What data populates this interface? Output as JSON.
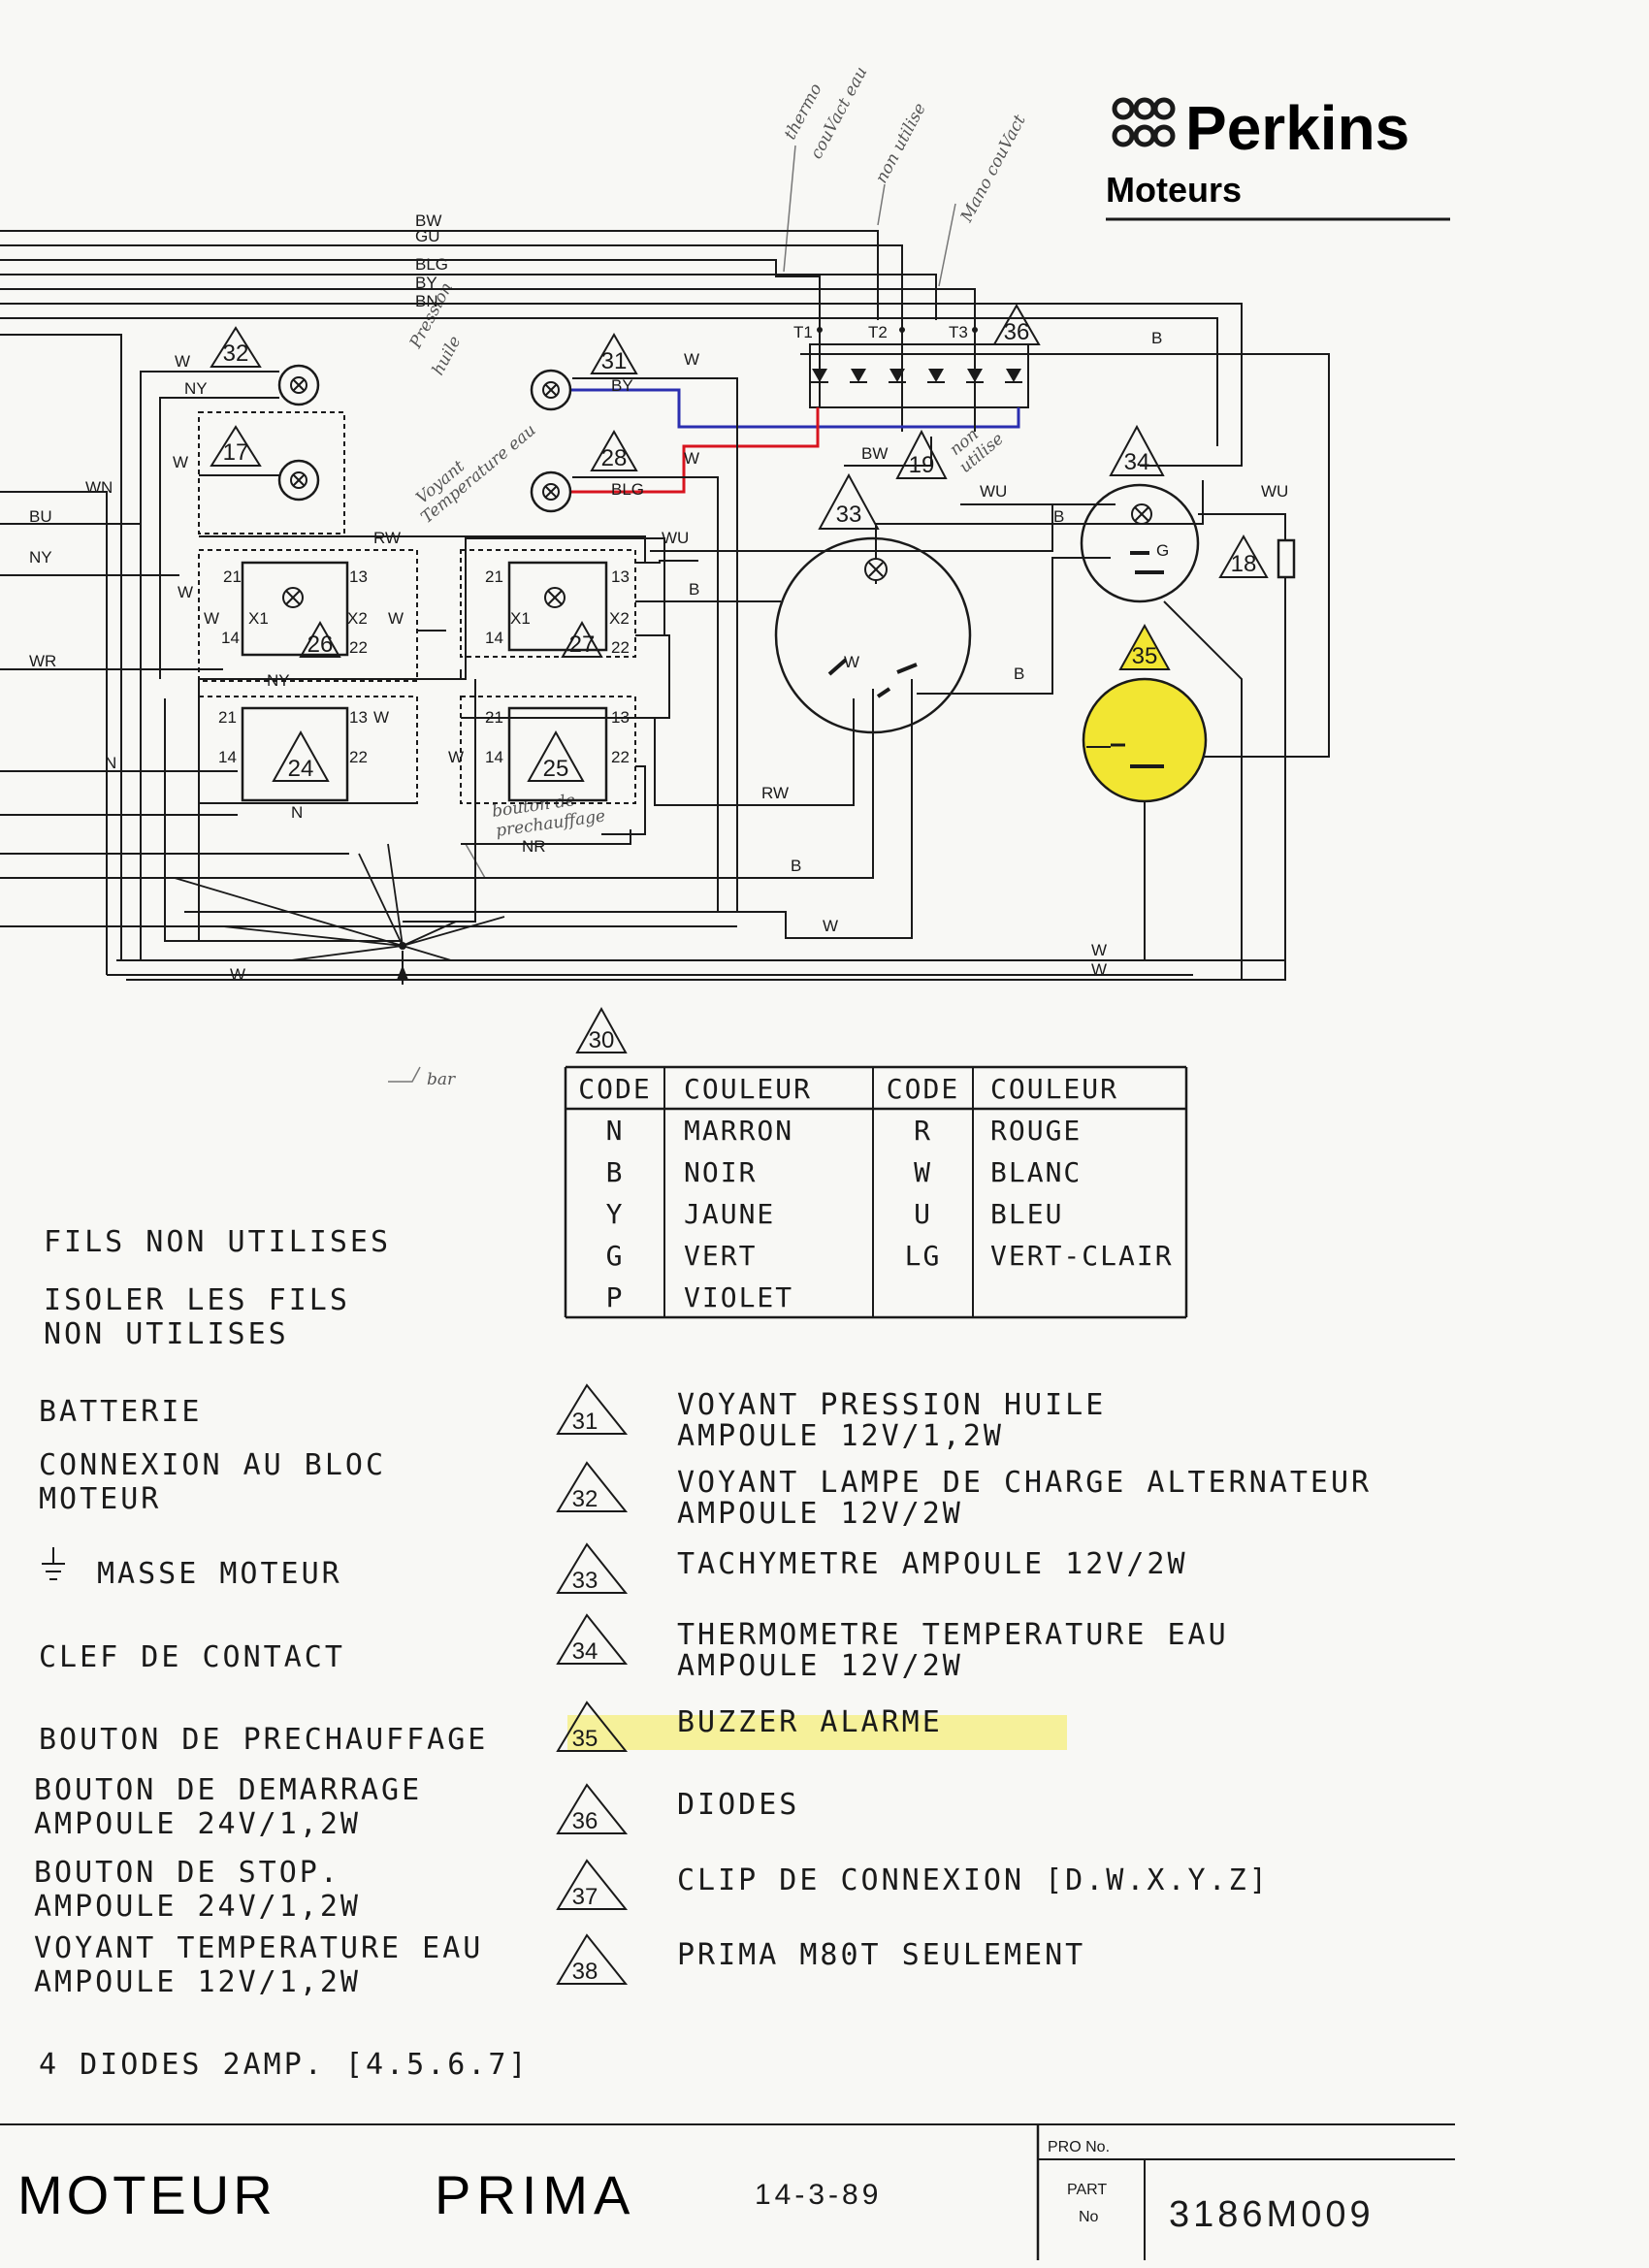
{
  "header": {
    "brand": "Perkins",
    "brand_sub": "Moteurs"
  },
  "handwritten_notes": {
    "thermo": "thermo",
    "thermo2": "couVact eau",
    "non_utilise_top": "non utilise",
    "mano": "Mano couVact",
    "pression": "Pression",
    "pression2": "huile",
    "voyant": "Voyant",
    "voyant2": "Temperature eau",
    "non_utilise_19": "non",
    "non_utilise_19b": "utilise",
    "bouton": "bouton de",
    "bouton2": "prechauffage",
    "bar": "bar"
  },
  "wire_labels": {
    "bw": "BW",
    "gu": "GU",
    "blg": "BLG",
    "by": "BY",
    "bn": "BN",
    "w": "W",
    "ny": "NY",
    "wn": "WN",
    "bu": "BU",
    "wr": "WR",
    "n": "N",
    "rw": "RW",
    "wu": "WU",
    "b": "B",
    "nr": "NR",
    "blg2": "BLG",
    "by2": "BY",
    "t1": "T1",
    "t2": "T2",
    "t3": "T3",
    "x1": "X1",
    "x2": "X2",
    "t21": "21",
    "t13": "13",
    "t14": "14",
    "t22": "22",
    "g": "G"
  },
  "components": {
    "c17": "17",
    "c18": "18",
    "c19": "19",
    "c24": "24",
    "c25": "25",
    "c26": "26",
    "c27": "27",
    "c28": "28",
    "c30": "30",
    "c31": "31",
    "c32": "32",
    "c33": "33",
    "c34": "34",
    "c35": "35",
    "c36": "36"
  },
  "color_table": {
    "headers": [
      "CODE",
      "COULEUR",
      "CODE",
      "COULEUR"
    ],
    "rows": [
      [
        "N",
        "MARRON",
        "R",
        "ROUGE"
      ],
      [
        "B",
        "NOIR",
        "W",
        "BLANC"
      ],
      [
        "Y",
        "JAUNE",
        "U",
        "BLEU"
      ],
      [
        "G",
        "VERT",
        "LG",
        "VERT-CLAIR"
      ],
      [
        "P",
        "VIOLET",
        "",
        ""
      ]
    ]
  },
  "legend_left": {
    "fils_non_utilises": "FILS NON UTILISES",
    "isoler_1": "ISOLER LES FILS",
    "isoler_2": "NON UTILISES",
    "batterie": "BATTERIE",
    "connexion_1": "CONNEXION AU BLOC",
    "connexion_2": "MOTEUR",
    "masse": "MASSE MOTEUR",
    "clef": "CLEF DE CONTACT",
    "prechauffage": "BOUTON DE PRECHAUFFAGE",
    "demarrage_1": "BOUTON DE DEMARRAGE",
    "demarrage_2": "AMPOULE 24V/1,2W",
    "stop_1": "BOUTON DE STOP.",
    "stop_2": "AMPOULE 24V/1,2W",
    "voyant_temp_1": "VOYANT TEMPERATURE EAU",
    "voyant_temp_2": "AMPOULE 12V/1,2W",
    "diodes4": "4 DIODES 2AMP. [4.5.6.7]"
  },
  "legend_right": [
    {
      "num": "31",
      "line1": "VOYANT PRESSION HUILE",
      "line2": "AMPOULE 12V/1,2W"
    },
    {
      "num": "32",
      "line1": "VOYANT LAMPE DE CHARGE ALTERNATEUR",
      "line2": "AMPOULE 12V/2W"
    },
    {
      "num": "33",
      "line1": "TACHYMETRE AMPOULE 12V/2W",
      "line2": ""
    },
    {
      "num": "34",
      "line1": "THERMOMETRE TEMPERATURE EAU",
      "line2": "AMPOULE 12V/2W"
    },
    {
      "num": "35",
      "line1": "BUZZER ALARME",
      "line2": ""
    },
    {
      "num": "36",
      "line1": "DIODES",
      "line2": ""
    },
    {
      "num": "37",
      "line1": "CLIP DE CONNEXION [D.W.X.Y.Z]",
      "line2": ""
    },
    {
      "num": "38",
      "line1": "PRIMA M80T SEULEMENT",
      "line2": ""
    }
  ],
  "title_block": {
    "title_1": "MOTEUR",
    "title_2": "PRIMA",
    "date": "14-3-89",
    "pro_no": "PRO No.",
    "part_1": "PART",
    "part_2": "No",
    "part_number": "3186M009"
  },
  "colors": {
    "highlight": "#f6f08a",
    "buzzer_fill": "#f2e632",
    "blue_wire": "#2b2fb0",
    "red_wire": "#d8141e"
  }
}
